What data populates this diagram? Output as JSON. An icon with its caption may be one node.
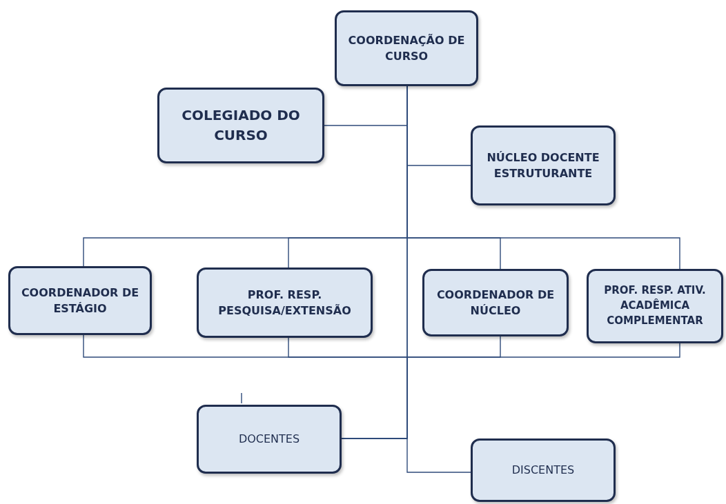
{
  "diagram": {
    "nodes": [
      {
        "text": [
          "COORDENAÇÃO DE CURSO"
        ]
      },
      {
        "text": [
          "COLEGIADO DO CURSO"
        ]
      },
      {
        "text": [
          "NÚCLEO DOCENTE ESTRUTURANTE"
        ]
      },
      {
        "text": [
          "COORDENADOR DE ESTÁGIO"
        ]
      },
      {
        "text": [
          "PROF. RESP. PESQUISA/EXTENSÃO"
        ]
      },
      {
        "text": [
          "COORDENADOR DE NÚCLEO"
        ]
      },
      {
        "text": [
          "PROF. RESP. ATIV. ACADÊMICA COMPLEMENTAR"
        ]
      },
      {
        "text": [
          "DOCENTES"
        ]
      },
      {
        "text": [
          "DISCENTES"
        ]
      }
    ],
    "edges": [
      {
        "from": 0,
        "to": 1,
        "arrow": "none"
      },
      {
        "from": 0,
        "to": 2,
        "arrow": "none"
      },
      {
        "from": 0,
        "to": 3,
        "arrow": "none"
      },
      {
        "from": 0,
        "to": 4,
        "arrow": "none"
      },
      {
        "from": 0,
        "to": 5,
        "arrow": "none"
      },
      {
        "from": 0,
        "to": 6,
        "arrow": "none"
      },
      {
        "from": 0,
        "to": 7,
        "arrow": "none"
      },
      {
        "from": 0,
        "to": 8,
        "arrow": "none"
      },
      {
        "from": 3,
        "to": 7,
        "arrow": "none"
      },
      {
        "from": 4,
        "to": 7,
        "arrow": "none"
      },
      {
        "from": 5,
        "to": 7,
        "arrow": "none"
      },
      {
        "from": 6,
        "to": 7,
        "arrow": "none"
      }
    ]
  }
}
